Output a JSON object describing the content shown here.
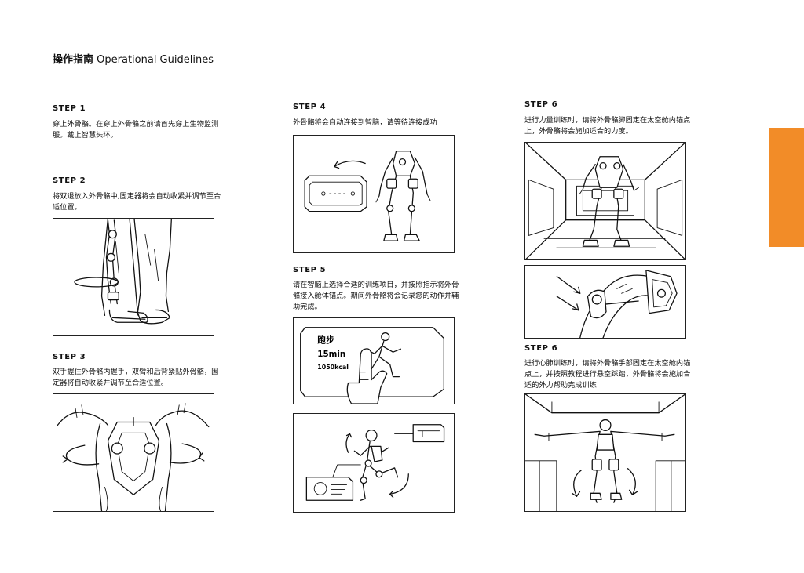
{
  "header": {
    "title_cn": "操作指南",
    "title_en": "Operational Guidelines"
  },
  "steps": [
    {
      "heading": "STEP 1",
      "text": "穿上外骨骼。在穿上外骨骼之前请首先穿上生物监测服。戴上智慧头环。"
    },
    {
      "heading": "STEP 2",
      "text": "将双退放入外骨骼中,固定器将会自动收紧并调节至合适位置。"
    },
    {
      "heading": "STEP 3",
      "text": "双手握住外骨骼内握手，双臂和后背紧贴外骨骼，固定器将自动收紧并调节至合适位置。"
    },
    {
      "heading": "STEP 4",
      "text": "外骨骼将会自动连接到智脑，请等待连接成功"
    },
    {
      "heading": "STEP 5",
      "text": "请在智脑上选择合适的训练项目，并按照指示将外骨骼接入舱体锚点。期间外骨骼将会记录您的动作并辅助完成。"
    },
    {
      "heading": "STEP 6",
      "text": "进行力量训练时，请将外骨骼脚固定在太空舱内锚点上，外骨骼将会施加适合的力度。"
    },
    {
      "heading": "STEP 6",
      "text": "进行心肺训练时，请将外骨骼手部固定在太空舱内锚点上，并按照教程进行悬空踩踏，外骨骼将会施加合适的外力帮助完成训练"
    }
  ],
  "workout_card": {
    "activity": "跑步",
    "duration": "15min",
    "calories": "1050kcal"
  },
  "colors": {
    "accent": "#f28c28",
    "ink": "#111111"
  },
  "icons": [
    "exoskeleton-figure-icon",
    "runner-icon",
    "arrow-icon"
  ]
}
